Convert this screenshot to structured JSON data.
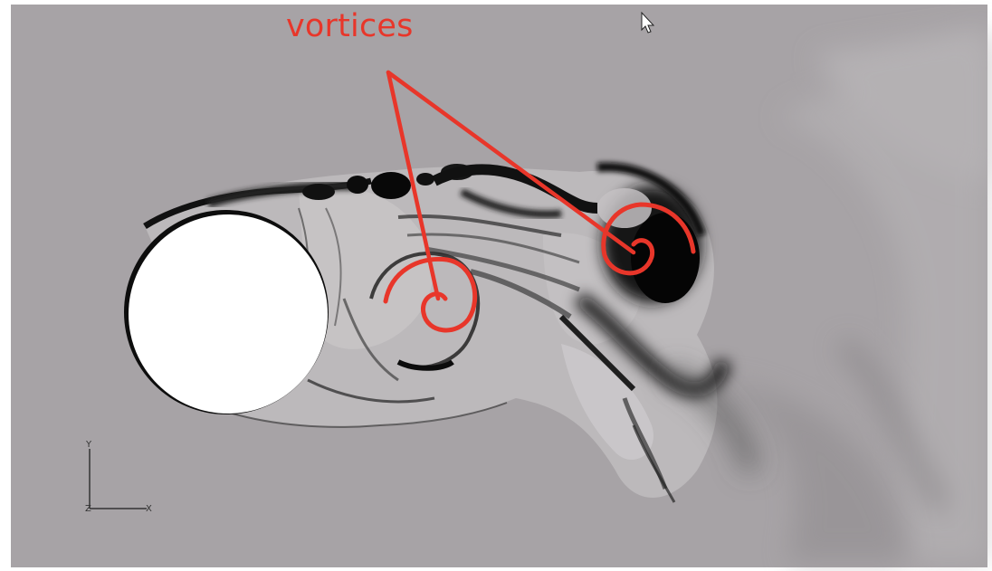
{
  "annotation": {
    "label": "vortices",
    "color": "#e8362a"
  },
  "axes": {
    "x_label": "X",
    "y_label": "Y",
    "z_label": "Z"
  },
  "background_color": "#a7a3a6",
  "cursor_icon": "mouse-pointer-icon"
}
